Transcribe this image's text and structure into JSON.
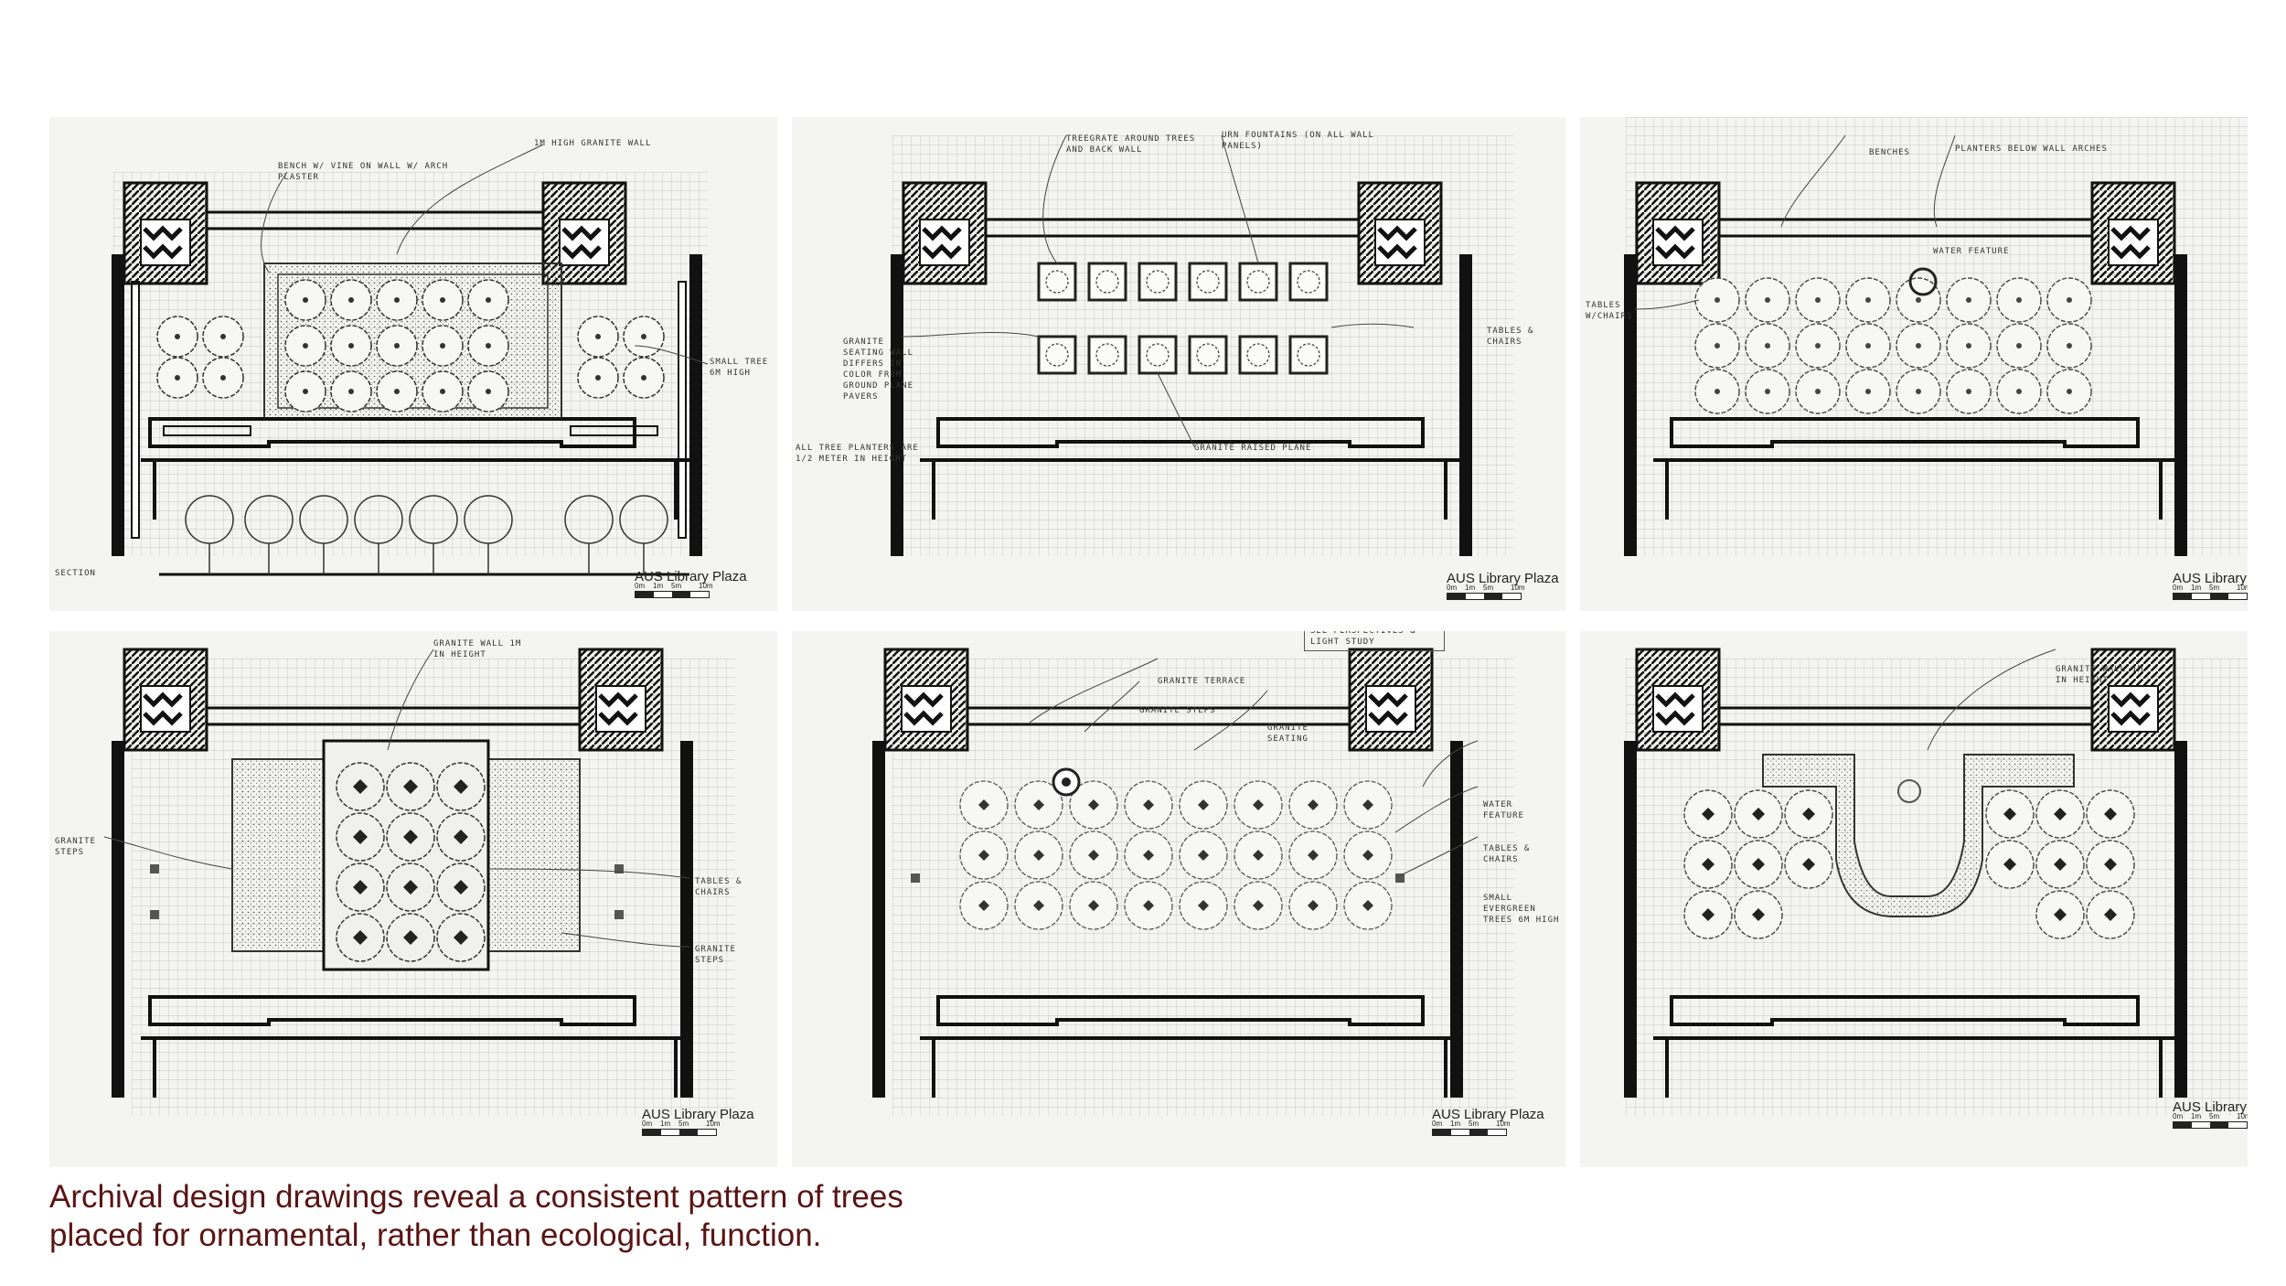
{
  "colors": {
    "caption": "#5a1414",
    "ink": "#222222",
    "paper": "#f4f4f2"
  },
  "caption": {
    "line1": "Archival design drawings reveal a consistent pattern of trees",
    "line2": "placed for ornamental, rather than ecological, function."
  },
  "scale_labels": [
    "0m",
    "1m",
    "5m",
    "10m"
  ],
  "panels": [
    {
      "label": "AUS Library Plaza",
      "notes": [
        "1M HIGH GRANITE WALL",
        "BENCH W/ VINE ON WALL W/ ARCH PLASTER",
        "SMALL TREE 6M HIGH",
        "SECTION"
      ]
    },
    {
      "label": "AUS Library Plaza",
      "notes": [
        "TREEGRATE AROUND TREES AND BACK WALL",
        "URN FOUNTAINS (ON ALL WALL PANELS)",
        "GRANITE SEATING WALL DIFFERS IN COLOR FROM GROUND PLANE PAVERS",
        "TABLES & CHAIRS",
        "ALL TREE PLANTERS ARE 1/2 METER IN HEIGHT",
        "GRANITE RAISED PLANE"
      ]
    },
    {
      "label": "AUS Library",
      "notes": [
        "BENCHES",
        "PLANTERS BELOW WALL ARCHES",
        "WATER FEATURE",
        "TABLES W/CHAIRS"
      ]
    },
    {
      "label": "AUS Library Plaza",
      "notes": [
        "GRANITE WALL 1M IN HEIGHT",
        "GRANITE STEPS",
        "TABLES & CHAIRS",
        "GRANITE STEPS"
      ]
    },
    {
      "label": "AUS Library Plaza",
      "notes": [
        "SEE PERSPECTIVES & LIGHT STUDY",
        "GRANITE TERRACE",
        "GRANITE STEPS",
        "GRANITE SEATING",
        "WATER FEATURE",
        "TABLES & CHAIRS",
        "SMALL EVERGREEN TREES 6M HIGH"
      ]
    },
    {
      "label": "AUS Library",
      "notes": [
        "GRANITE WALL 1M IN HEIGHT"
      ]
    }
  ]
}
